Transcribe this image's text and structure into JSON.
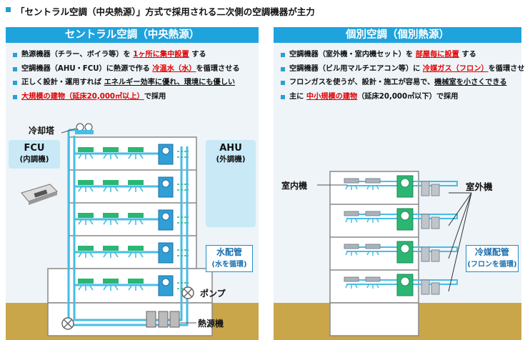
{
  "title": "「セントラル空調（中央熱源）」方式で採用される二次側の空調機器が主力",
  "left": {
    "heading": "セントラル空調（中央熱源）",
    "bullets": [
      {
        "a": "熱源機器（チラー、ボイラ等）を ",
        "b": "1ヶ所に集中設置",
        "c": " する"
      },
      {
        "a": "空調機器（AHU・FCU）に熱源で作る ",
        "b": "冷温水（水）",
        "c": "を循環させる"
      },
      {
        "a": "正しく設計・運用すれば ",
        "b": "エネルギー効率に優れ、環境にも優しい",
        "c": ""
      },
      {
        "a": "",
        "b": "大規模の建物（延床20,000㎡以上）",
        "c": "で採用"
      }
    ],
    "cooling_tower": "冷却塔",
    "fcu_title": "FCU",
    "fcu_sub": "(内調機)",
    "ahu_title": "AHU",
    "ahu_sub": "(外調機)",
    "water_pipe_title": "水配管",
    "water_pipe_sub": "(水を循環)",
    "pump": "ポンプ",
    "heat_source": "熱源機"
  },
  "right": {
    "heading": "個別空調（個別熱源）",
    "bullets": [
      {
        "a": "空調機器（室外機・室内機セット）を ",
        "b": "部屋毎に設置",
        "c": " する"
      },
      {
        "a": "空調機器（ビル用マルチエアコン等）に ",
        "b": "冷媒ガス（フロン）",
        "c": "を循環させる"
      },
      {
        "a": "フロンガスを使うが、設計・施工が容易で、",
        "b": "機械室を小さくできる",
        "c": ""
      },
      {
        "a": "主に ",
        "b": "中小規模の建物",
        "c": "（延床20,000㎡以下）で採用"
      }
    ],
    "indoor_unit": "室内機",
    "outdoor_unit": "室外機",
    "refrigerant_pipe_title": "冷媒配管",
    "refrigerant_pipe_sub": "(フロンを循環)"
  },
  "colors": {
    "accent": "#1fa3dd",
    "pipe": "#48bde6",
    "unit_green": "#2bb673",
    "ground": "#c9a64a",
    "red": "#e00000"
  }
}
